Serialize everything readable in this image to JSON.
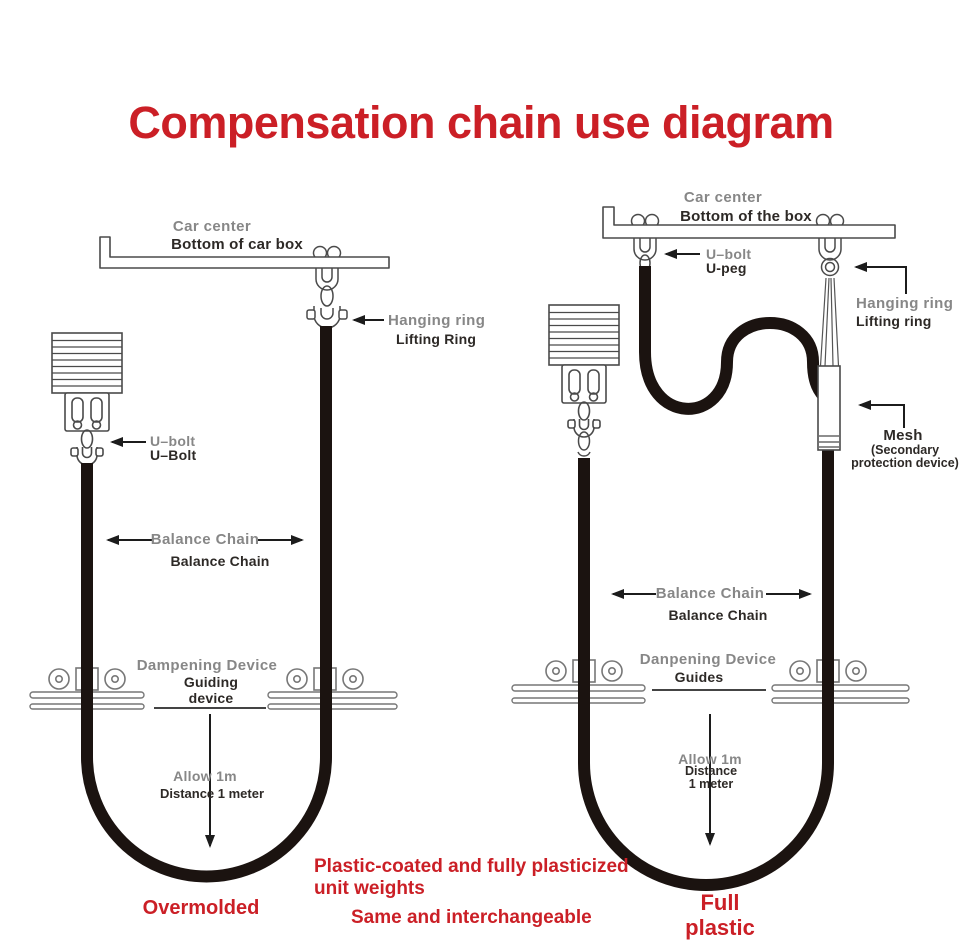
{
  "title": "Compensation chain use diagram",
  "colors": {
    "accent_red": "#cb1f26",
    "chain_black": "#1b1310",
    "line_gray": "#4a4a4a",
    "label_gray": "#878787"
  },
  "left_diagram": {
    "car_center": "Car center",
    "car_bottom": "Bottom of car box",
    "hanging_ring": "Hanging ring",
    "lifting_ring": "Lifting Ring",
    "u_bolt": "U–bolt",
    "u_bolt_sub": "U–Bolt",
    "balance_chain": "Balance Chain",
    "balance_chain_sub": "Balance Chain",
    "dampening_device": "Dampening Device",
    "guiding_line1": "Guiding",
    "guiding_line2": "device",
    "allow": "Allow 1m",
    "distance": "Distance 1 meter",
    "caption": "Overmolded"
  },
  "right_diagram": {
    "car_center": "Car center",
    "car_bottom": "Bottom of the box",
    "u_bolt": "U–bolt",
    "u_peg": "U-peg",
    "hanging_ring": "Hanging ring",
    "lifting_ring": "Lifting ring",
    "mesh": "Mesh",
    "mesh_sub1": "(Secondary",
    "mesh_sub2": "protection device)",
    "balance_chain": "Balance Chain",
    "balance_chain_sub": "Balance Chain",
    "dampening_device": "Danpening Device",
    "guides": "Guides",
    "allow": "Allow 1m",
    "distance": "Distance",
    "meter": "1 meter",
    "caption_line1": "Full",
    "caption_line2": "plastic"
  },
  "footnote": {
    "line1": "Plastic-coated and fully plasticized",
    "line2": "unit weights",
    "line3": "Same and interchangeable"
  }
}
